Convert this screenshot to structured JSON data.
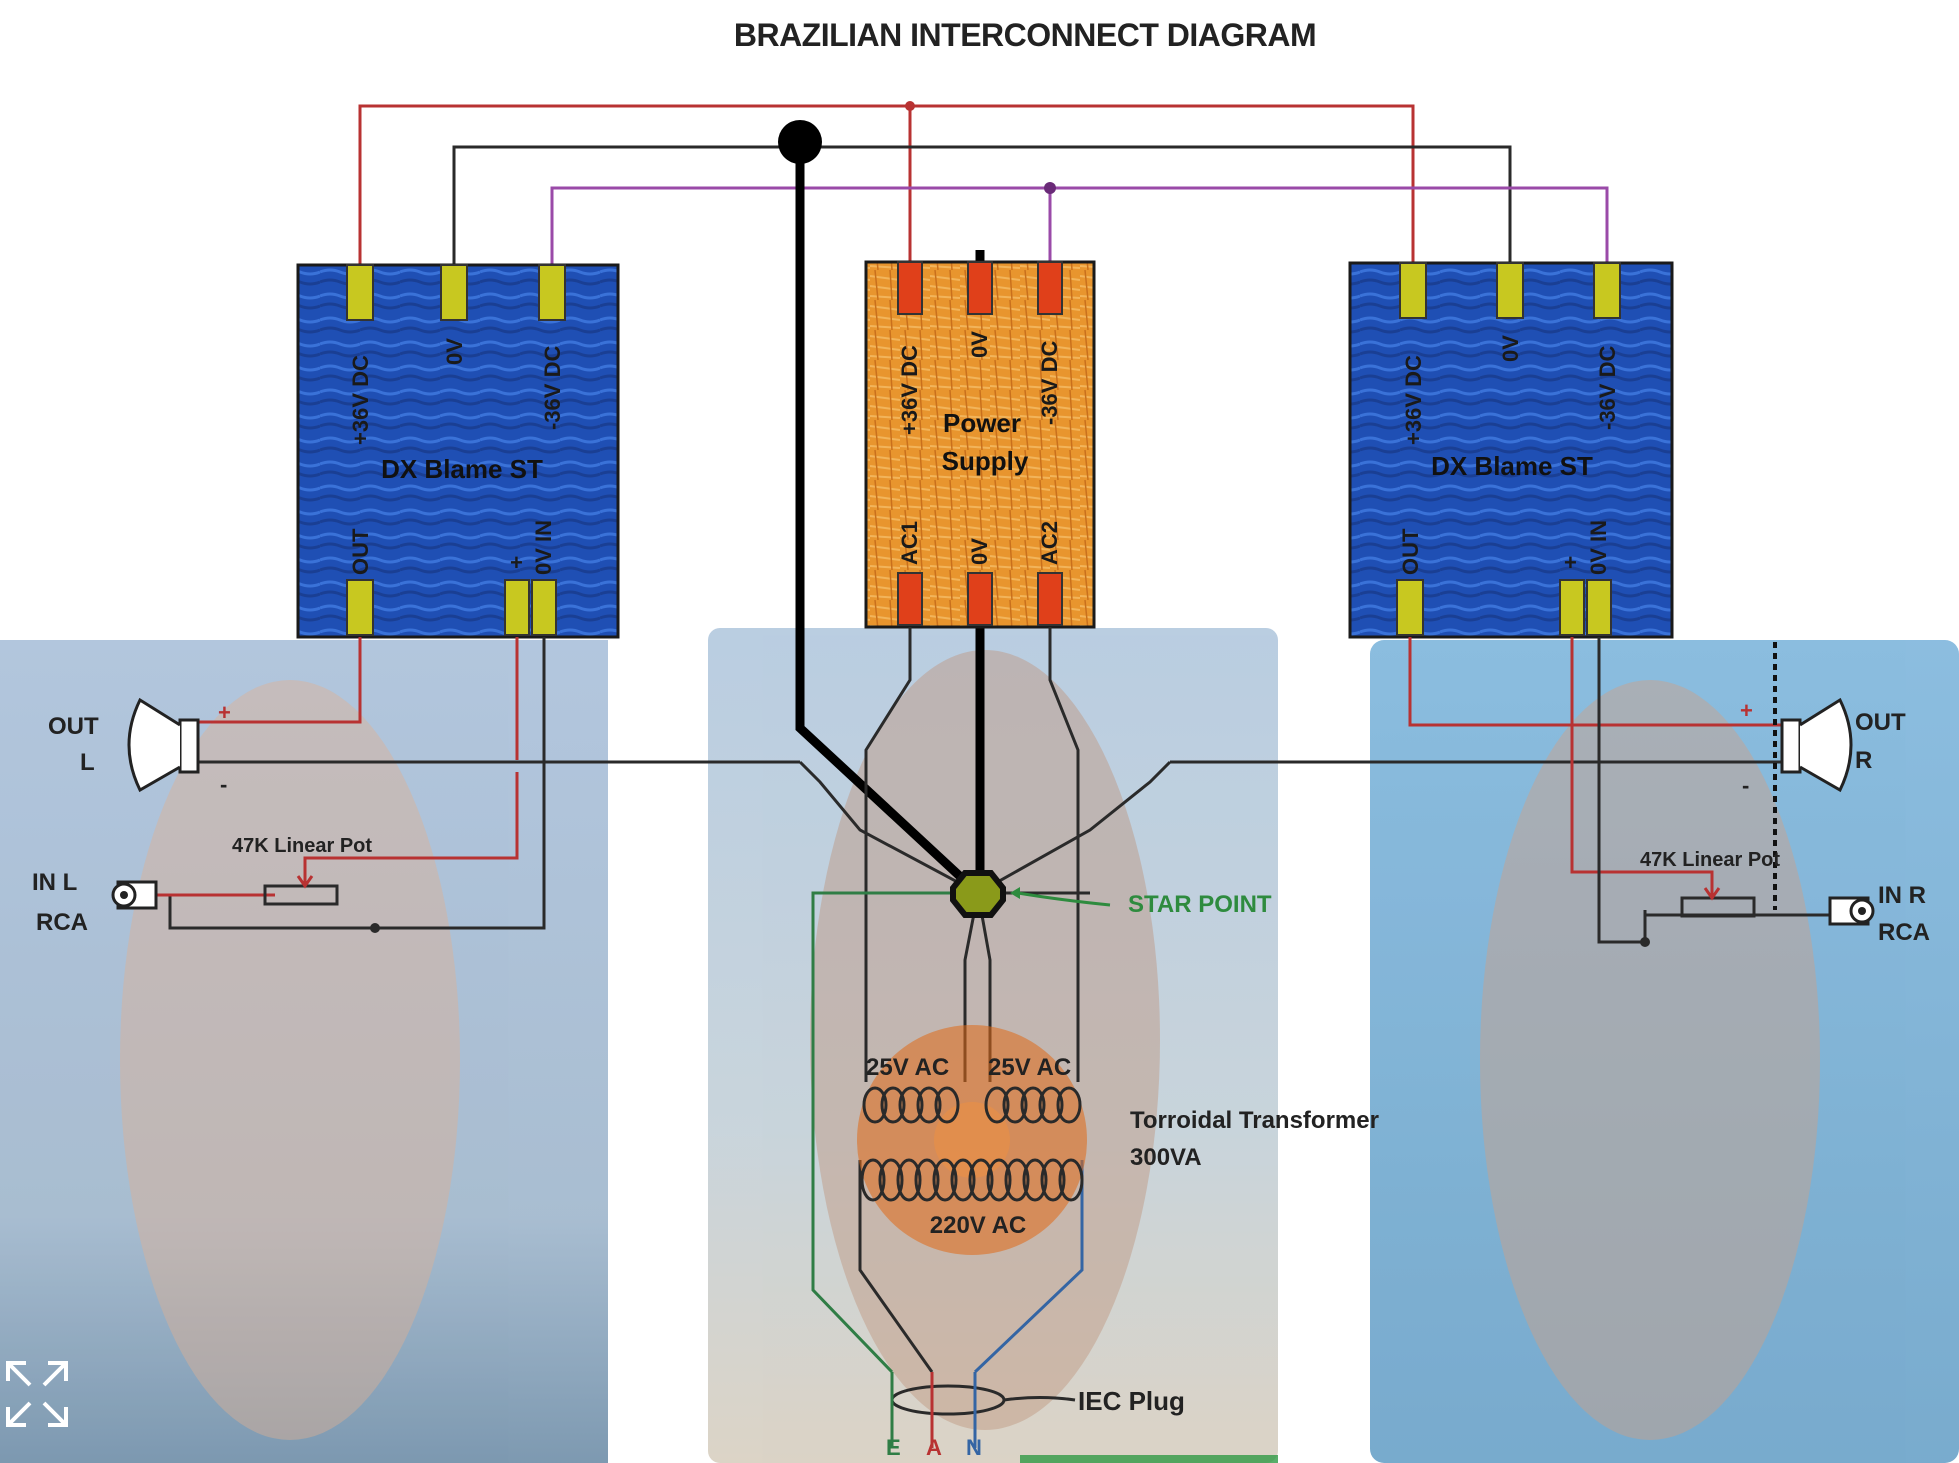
{
  "title": "BRAZILIAN INTERCONNECT DIAGRAM",
  "amp_left": {
    "name": "DX Blame ST",
    "pins_top": [
      "+36V DC",
      "0V",
      "-36V DC"
    ],
    "pins_bottom": [
      "OUT",
      "+",
      "0V IN"
    ]
  },
  "amp_right": {
    "name": "DX Blame ST",
    "pins_top": [
      "+36V DC",
      "0V",
      "-36V DC"
    ],
    "pins_bottom": [
      "OUT",
      "+",
      "0V IN"
    ]
  },
  "psu": {
    "name_line1": "Power",
    "name_line2": "Supply",
    "pins_top": [
      "+36V DC",
      "0V",
      "-36V DC"
    ],
    "pins_bottom": [
      "AC1",
      "0V",
      "AC2"
    ]
  },
  "left_side": {
    "out_label_1": "OUT",
    "out_label_2": "L",
    "plus": "+",
    "minus": "-",
    "pot": "47K Linear Pot",
    "in_label_1": "IN L",
    "in_label_2": "RCA"
  },
  "right_side": {
    "out_label_1": "OUT",
    "out_label_2": "R",
    "plus": "+",
    "minus": "-",
    "pot": "47K Linear Pot",
    "in_label_1": "IN R",
    "in_label_2": "RCA"
  },
  "star_point": "STAR POINT",
  "transformer": {
    "secondary_1": "25V AC",
    "secondary_2": "25V AC",
    "primary": "220V AC",
    "label_1": "Torroidal Transformer",
    "label_2": "300VA"
  },
  "iec": {
    "label": "IEC Plug",
    "pins": [
      "E",
      "A",
      "N"
    ]
  },
  "colors": {
    "amp_blue": "#1f4fb4",
    "psu_orange": "#e8952e",
    "terminal_yellow": "#c8c820",
    "terminal_orange": "#e0401a",
    "wire_red": "#b83232",
    "wire_black": "#2a2a2a",
    "wire_purple": "#9a4aa8",
    "star_green": "#2e8b3e"
  },
  "icons": {
    "fullscreen": "expand-arrows-icon"
  }
}
